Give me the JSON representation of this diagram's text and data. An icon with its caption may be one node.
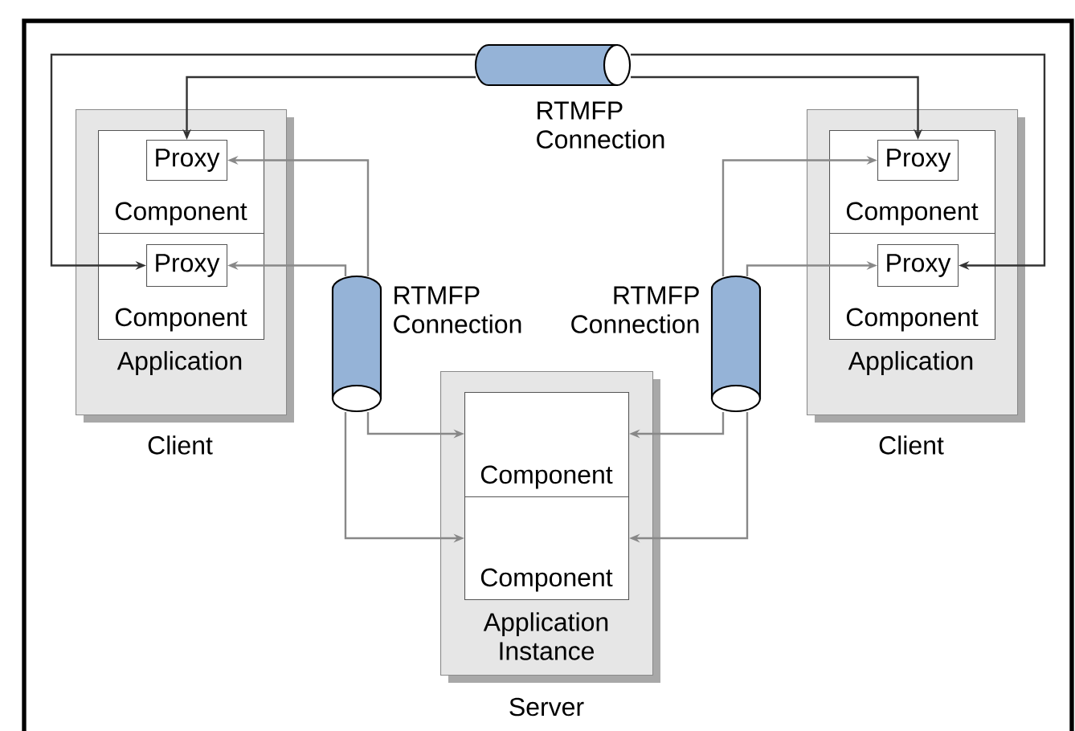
{
  "diagram": {
    "nodes": [
      {
        "text": [],
        "shape": "cylinder",
        "beside": [
          "RTMFP Connection"
        ]
      },
      {
        "text": [
          "Application"
        ],
        "beside": [
          "Client"
        ]
      },
      {
        "text": [
          "Component"
        ],
        "in": 1
      },
      {
        "text": [
          "Proxy"
        ],
        "in": 2
      },
      {
        "text": [
          "Component"
        ],
        "in": 1
      },
      {
        "text": [
          "Proxy"
        ],
        "in": 4
      },
      {
        "text": [
          "Application"
        ],
        "beside": [
          "Client"
        ]
      },
      {
        "text": [
          "Component"
        ],
        "in": 6
      },
      {
        "text": [
          "Proxy"
        ],
        "in": 7
      },
      {
        "text": [
          "Component"
        ],
        "in": 6
      },
      {
        "text": [
          "Proxy"
        ],
        "in": 9
      },
      {
        "text": [],
        "shape": "cylinder",
        "beside": [
          "RTMFP Connection"
        ]
      },
      {
        "text": [],
        "shape": "cylinder",
        "beside": [
          "RTMFP Connection"
        ]
      },
      {
        "text": [
          "Application Instance"
        ],
        "beside": [
          "Server"
        ]
      },
      {
        "text": [
          "Component"
        ],
        "in": 13
      },
      {
        "text": [
          "Component"
        ],
        "in": 13
      }
    ],
    "edges": [
      {
        "from": 0,
        "to": 3,
        "arrow": "to",
        "color": "#333333"
      },
      {
        "from": 0,
        "to": 5,
        "arrow": "to",
        "color": "#333333"
      },
      {
        "from": 0,
        "to": 8,
        "arrow": "to",
        "color": "#333333"
      },
      {
        "from": 0,
        "to": 10,
        "arrow": "to",
        "color": "#333333"
      },
      {
        "from": 11,
        "to": 3,
        "arrow": "to"
      },
      {
        "from": 11,
        "to": 5,
        "arrow": "to"
      },
      {
        "from": 11,
        "to": 14,
        "arrow": "to"
      },
      {
        "from": 11,
        "to": 15,
        "arrow": "to"
      },
      {
        "from": 12,
        "to": 8,
        "arrow": "to"
      },
      {
        "from": 12,
        "to": 10,
        "arrow": "to"
      },
      {
        "from": 12,
        "to": 14,
        "arrow": "to"
      },
      {
        "from": 12,
        "to": 15,
        "arrow": "to"
      }
    ]
  }
}
